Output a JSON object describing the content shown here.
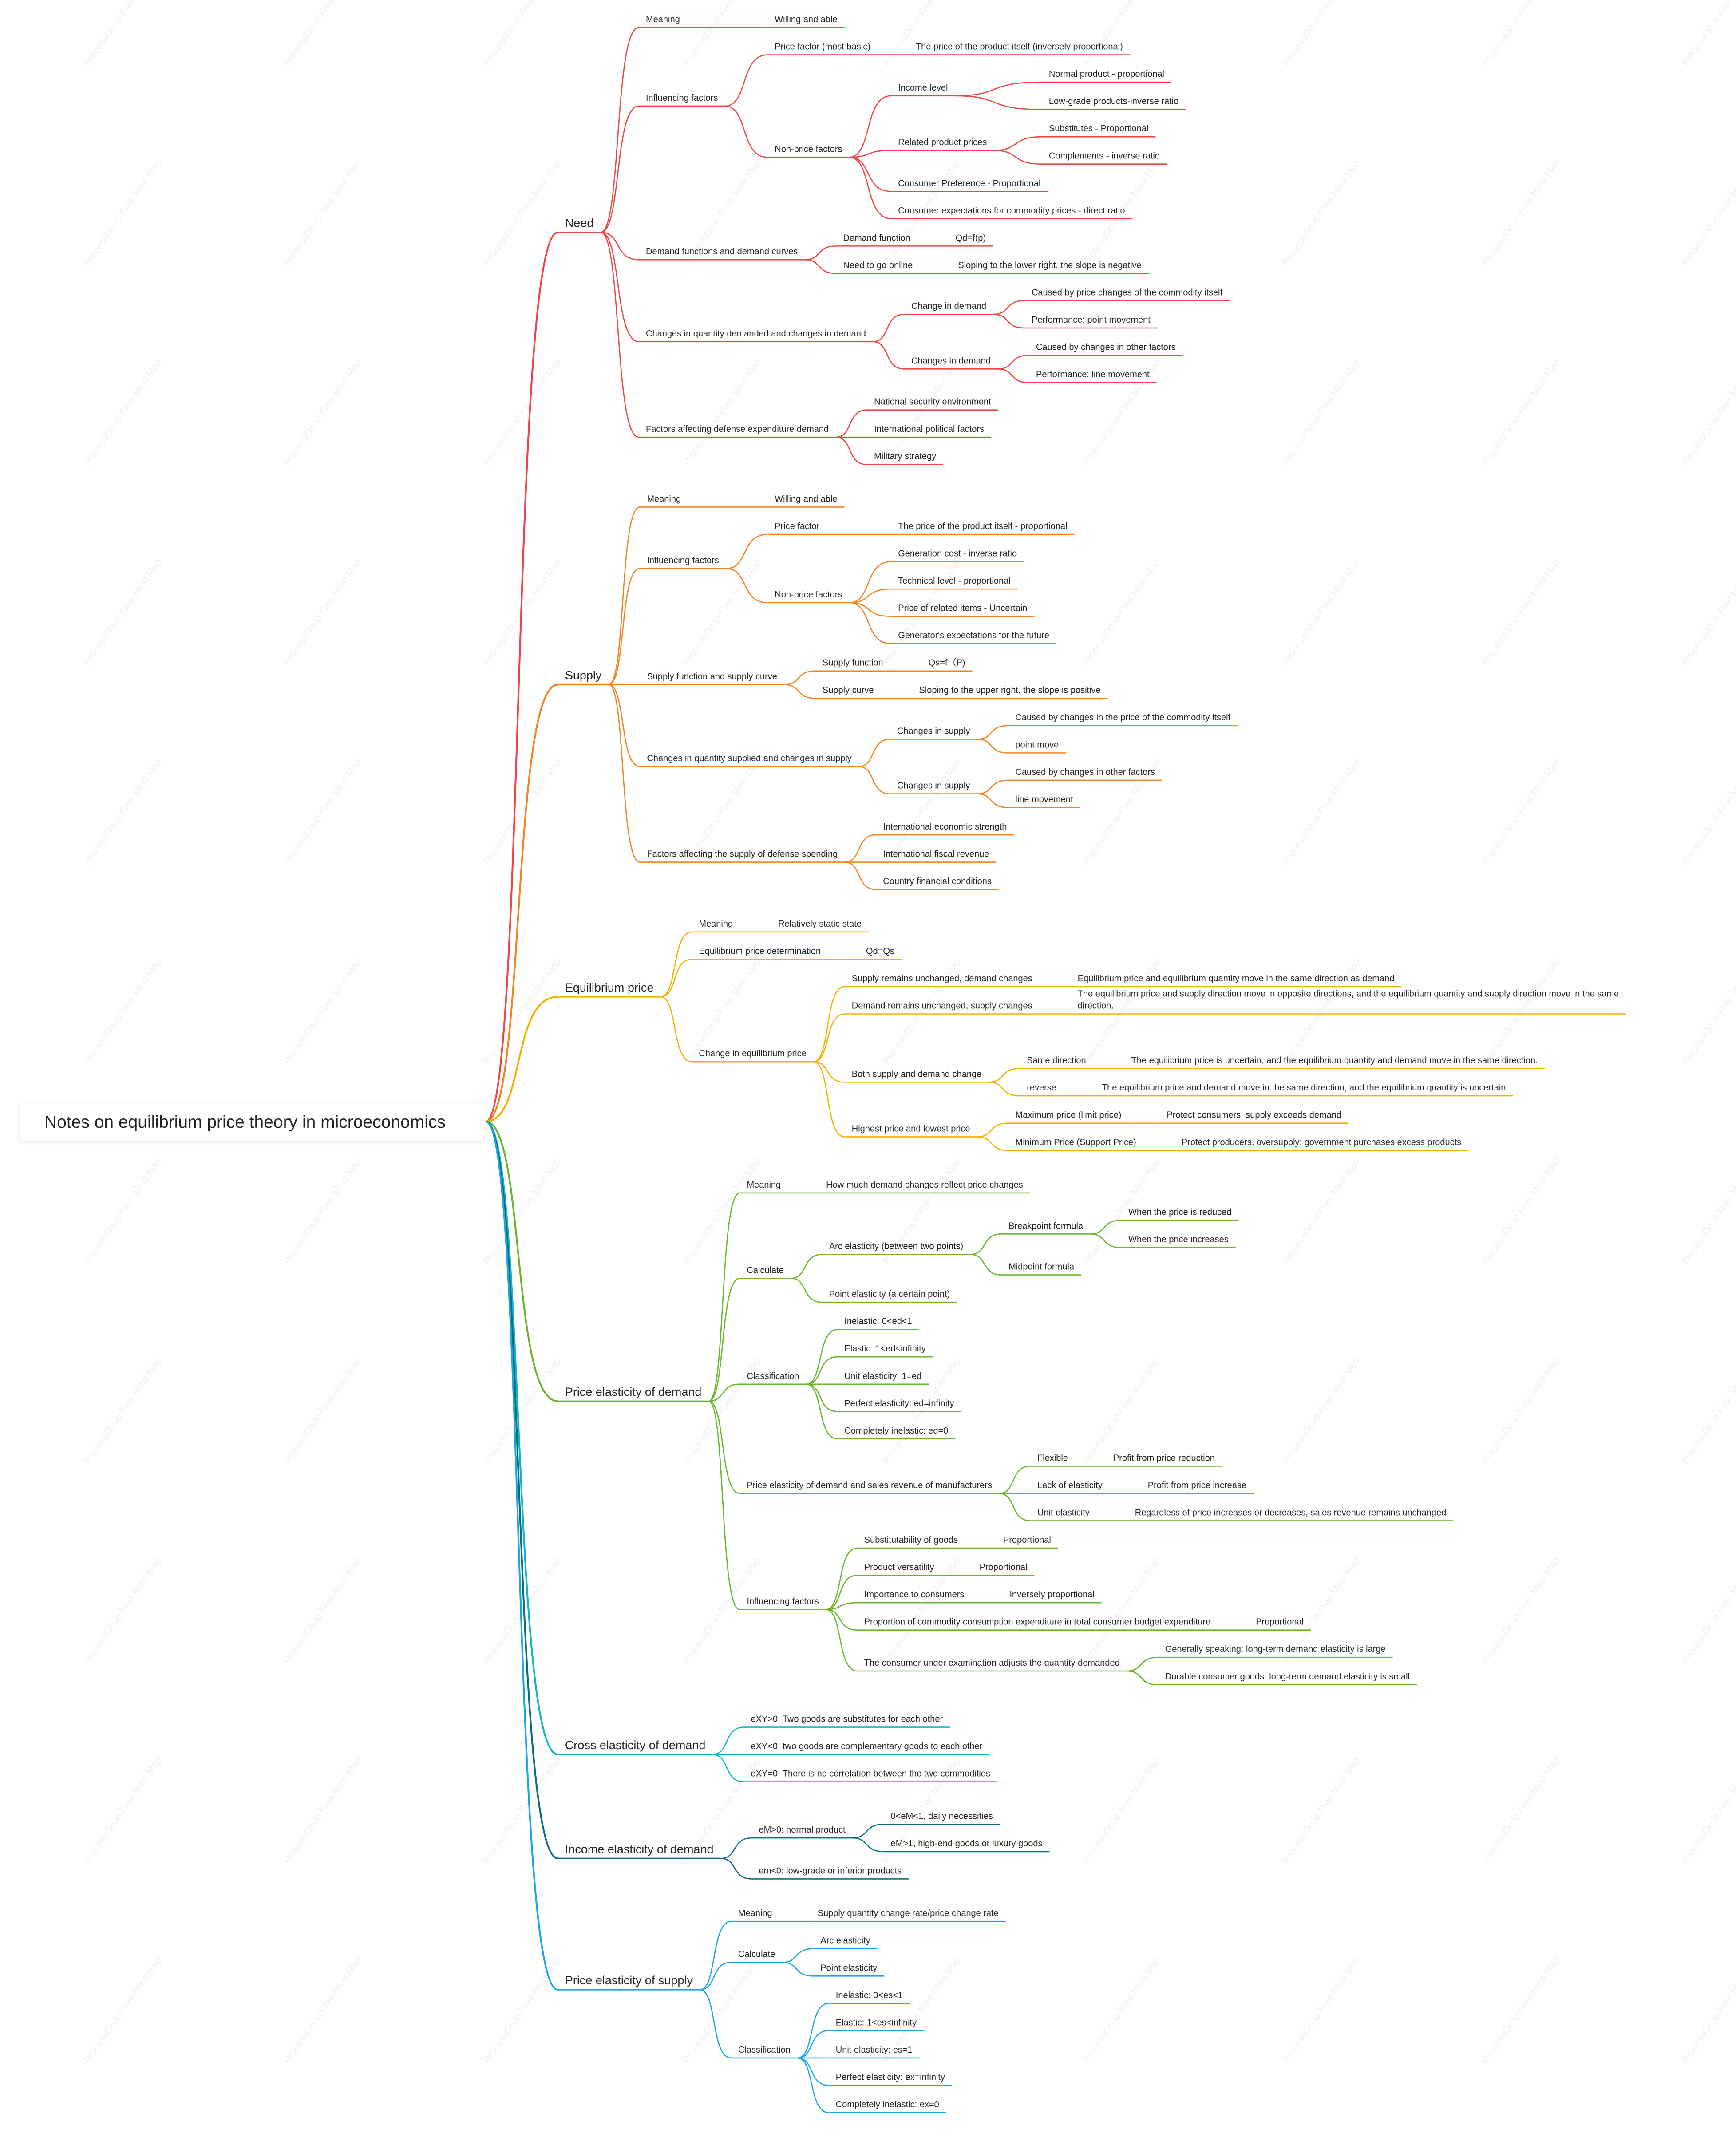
{
  "root": "Notes on equilibrium price theory in microeconomics",
  "watermark": "ProcessOn.io Free Mind Map",
  "branch_colors": [
    "#ef4444",
    "#f58220",
    "#f6b000",
    "#6ab42c",
    "#12b3c6",
    "#0a6e7c",
    "#1aa6e6"
  ],
  "branches": [
    {
      "label": "Need",
      "children": [
        {
          "label": "Meaning",
          "children": [
            {
              "label": "Willing and able"
            }
          ]
        },
        {
          "label": "Influencing factors",
          "children": [
            {
              "label": "Price factor (most basic)",
              "children": [
                {
                  "label": "The price of the product itself (inversely proportional)"
                }
              ]
            },
            {
              "label": "Non-price factors",
              "children": [
                {
                  "label": "Income level",
                  "children": [
                    {
                      "label": "Normal product - proportional"
                    },
                    {
                      "label": "Low-grade products-inverse ratio"
                    }
                  ]
                },
                {
                  "label": "Related product prices",
                  "children": [
                    {
                      "label": "Substitutes - Proportional"
                    },
                    {
                      "label": "Complements - inverse ratio"
                    }
                  ]
                },
                {
                  "label": "Consumer Preference - Proportional"
                },
                {
                  "label": "Consumer expectations for commodity prices - direct ratio"
                }
              ]
            }
          ]
        },
        {
          "label": "Demand functions and demand curves",
          "children": [
            {
              "label": "Demand function",
              "children": [
                {
                  "label": "Qd=f(p)"
                }
              ]
            },
            {
              "label": "Need to go online",
              "children": [
                {
                  "label": "Sloping to the lower right, the slope is negative"
                }
              ]
            }
          ]
        },
        {
          "label": "Changes in quantity demanded and changes in demand",
          "children": [
            {
              "label": "Change in demand",
              "children": [
                {
                  "label": "Caused by price changes of the commodity itself"
                },
                {
                  "label": "Performance: point movement"
                }
              ]
            },
            {
              "label": "Changes in demand",
              "children": [
                {
                  "label": "Caused by changes in other factors"
                },
                {
                  "label": "Performance: line movement"
                }
              ]
            }
          ]
        },
        {
          "label": "Factors affecting defense expenditure demand",
          "children": [
            {
              "label": "National security environment"
            },
            {
              "label": "International political factors"
            },
            {
              "label": "Military strategy"
            }
          ]
        }
      ]
    },
    {
      "label": "Supply",
      "children": [
        {
          "label": "Meaning",
          "children": [
            {
              "label": "Willing and able"
            }
          ]
        },
        {
          "label": "Influencing factors",
          "children": [
            {
              "label": "Price factor",
              "children": [
                {
                  "label": "The price of the product itself - proportional"
                }
              ]
            },
            {
              "label": "Non-price factors",
              "children": [
                {
                  "label": "Generation cost - inverse ratio"
                },
                {
                  "label": "Technical level - proportional"
                },
                {
                  "label": "Price of related items - Uncertain"
                },
                {
                  "label": "Generator's expectations for the future"
                }
              ]
            }
          ]
        },
        {
          "label": "Supply function and supply curve",
          "children": [
            {
              "label": "Supply function",
              "children": [
                {
                  "label": "Qs=f（P)"
                }
              ]
            },
            {
              "label": "Supply curve",
              "children": [
                {
                  "label": "Sloping to the upper right, the slope is positive"
                }
              ]
            }
          ]
        },
        {
          "label": "Changes in quantity supplied and changes in supply",
          "children": [
            {
              "label": "Changes in supply",
              "children": [
                {
                  "label": "Caused by changes in the price of the commodity itself"
                },
                {
                  "label": "point move"
                }
              ]
            },
            {
              "label": "Changes in supply",
              "children": [
                {
                  "label": "Caused by changes in other factors"
                },
                {
                  "label": "line movement"
                }
              ]
            }
          ]
        },
        {
          "label": "Factors affecting the supply of defense spending",
          "children": [
            {
              "label": "International economic strength"
            },
            {
              "label": "International fiscal revenue"
            },
            {
              "label": "Country financial conditions"
            }
          ]
        }
      ]
    },
    {
      "label": "Equilibrium price",
      "children": [
        {
          "label": "Meaning",
          "children": [
            {
              "label": "Relatively static state"
            }
          ]
        },
        {
          "label": "Equilibrium price determination",
          "children": [
            {
              "label": "Qd=Qs"
            }
          ]
        },
        {
          "label": "Change in equilibrium price",
          "children": [
            {
              "label": "Supply remains unchanged, demand changes",
              "children": [
                {
                  "label": "Equilibrium price and equilibrium quantity move in the same direction as demand"
                }
              ]
            },
            {
              "label": "Demand remains unchanged, supply changes",
              "children": [
                {
                  "label": [
                    "The equilibrium price and supply direction move in opposite directions, and the equilibrium quantity and supply direction move in the same",
                    "direction."
                  ]
                }
              ]
            },
            {
              "label": "Both supply and demand change",
              "children": [
                {
                  "label": "Same direction",
                  "children": [
                    {
                      "label": "The equilibrium price is uncertain, and the equilibrium quantity and demand move in the same direction."
                    }
                  ]
                },
                {
                  "label": "reverse",
                  "children": [
                    {
                      "label": "The equilibrium price and demand move in the same direction, and the equilibrium quantity is uncertain"
                    }
                  ]
                }
              ]
            },
            {
              "label": "Highest price and lowest price",
              "children": [
                {
                  "label": "Maximum price (limit price)",
                  "children": [
                    {
                      "label": "Protect consumers, supply exceeds demand"
                    }
                  ]
                },
                {
                  "label": "Minimum Price (Support Price)",
                  "children": [
                    {
                      "label": "Protect producers, oversupply; government purchases excess products"
                    }
                  ]
                }
              ]
            }
          ]
        }
      ]
    },
    {
      "label": "Price elasticity of demand",
      "children": [
        {
          "label": "Meaning",
          "children": [
            {
              "label": "How much demand changes reflect price changes"
            }
          ]
        },
        {
          "label": "Calculate",
          "children": [
            {
              "label": "Arc elasticity (between two points)",
              "children": [
                {
                  "label": "Breakpoint formula",
                  "children": [
                    {
                      "label": "When the price is reduced"
                    },
                    {
                      "label": "When the price increases"
                    }
                  ]
                },
                {
                  "label": "Midpoint formula"
                }
              ]
            },
            {
              "label": "Point elasticity (a certain point)"
            }
          ]
        },
        {
          "label": "Classification",
          "children": [
            {
              "label": "Inelastic: 0<ed<1"
            },
            {
              "label": "Elastic: 1<ed<infinity"
            },
            {
              "label": "Unit elasticity: 1=ed"
            },
            {
              "label": "Perfect elasticity: ed=infinity"
            },
            {
              "label": "Completely inelastic: ed=0"
            }
          ]
        },
        {
          "label": "Price elasticity of demand and sales revenue of manufacturers",
          "children": [
            {
              "label": "Flexible",
              "children": [
                {
                  "label": "Profit from price reduction"
                }
              ]
            },
            {
              "label": "Lack of elasticity",
              "children": [
                {
                  "label": "Profit from price increase"
                }
              ]
            },
            {
              "label": "Unit elasticity",
              "children": [
                {
                  "label": "Regardless of price increases or decreases, sales revenue remains unchanged"
                }
              ]
            }
          ]
        },
        {
          "label": "Influencing factors",
          "children": [
            {
              "label": "Substitutability of goods",
              "children": [
                {
                  "label": "Proportional"
                }
              ]
            },
            {
              "label": "Product versatility",
              "children": [
                {
                  "label": "Proportional"
                }
              ]
            },
            {
              "label": "Importance to consumers",
              "children": [
                {
                  "label": "Inversely proportional"
                }
              ]
            },
            {
              "label": "Proportion of commodity consumption expenditure in total consumer budget expenditure",
              "children": [
                {
                  "label": "Proportional"
                }
              ]
            },
            {
              "label": "The consumer under examination adjusts the quantity demanded",
              "children": [
                {
                  "label": "Generally speaking: long-term demand elasticity is large"
                },
                {
                  "label": "Durable consumer goods: long-term demand elasticity is small"
                }
              ]
            }
          ]
        }
      ]
    },
    {
      "label": "Cross elasticity of demand",
      "children": [
        {
          "label": "eXY>0: Two goods are substitutes for each other"
        },
        {
          "label": "eXY<0: two goods are complementary goods to each other"
        },
        {
          "label": "eXY=0: There is no correlation between the two commodities"
        }
      ]
    },
    {
      "label": "Income elasticity of demand",
      "children": [
        {
          "label": "eM>0: normal product",
          "children": [
            {
              "label": "0<eM<1, daily necessities"
            },
            {
              "label": "eM>1, high-end goods or luxury goods"
            }
          ]
        },
        {
          "label": "em<0: low-grade or inferior products"
        }
      ]
    },
    {
      "label": "Price elasticity of supply",
      "children": [
        {
          "label": "Meaning",
          "children": [
            {
              "label": "Supply quantity change rate/price change rate"
            }
          ]
        },
        {
          "label": "Calculate",
          "children": [
            {
              "label": "Arc elasticity"
            },
            {
              "label": "Point elasticity"
            }
          ]
        },
        {
          "label": "Classification",
          "children": [
            {
              "label": "Inelastic: 0<es<1"
            },
            {
              "label": "Elastic: 1<es<infinity"
            },
            {
              "label": "Unit elasticity: es=1"
            },
            {
              "label": "Perfect elasticity: ex=infinity"
            },
            {
              "label": "Completely inelastic: ex=0"
            }
          ]
        }
      ]
    }
  ]
}
